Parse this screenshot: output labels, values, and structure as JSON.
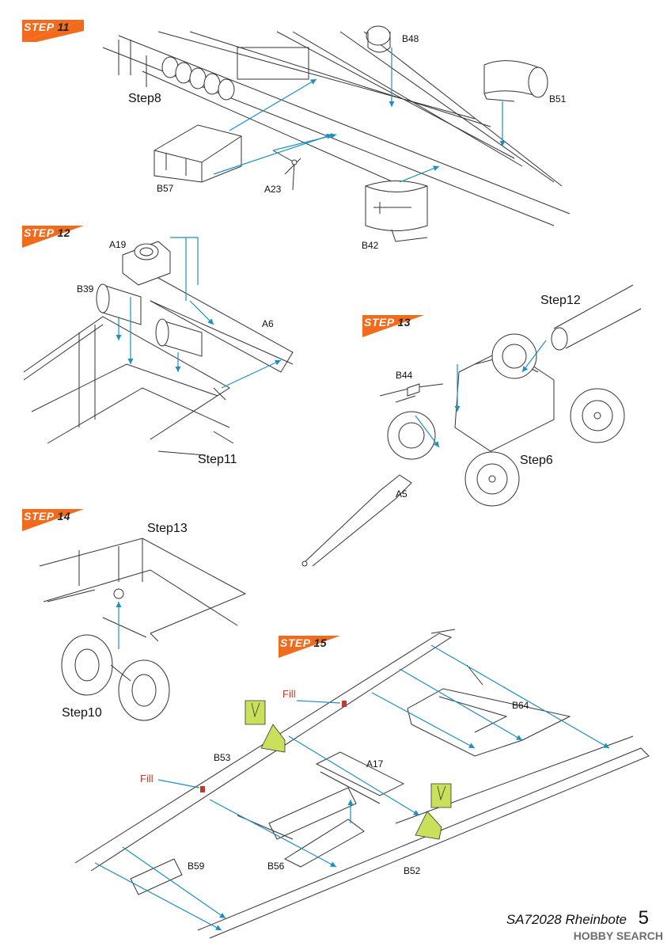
{
  "steps": [
    {
      "badge": "STEP",
      "number": "11"
    },
    {
      "badge": "STEP",
      "number": "12"
    },
    {
      "badge": "STEP",
      "number": "13"
    },
    {
      "badge": "STEP",
      "number": "14"
    },
    {
      "badge": "STEP",
      "number": "15"
    }
  ],
  "parts": {
    "b48": "B48",
    "b51": "B51",
    "b57": "B57",
    "a23": "A23",
    "b42": "B42",
    "a19": "A19",
    "b39": "B39",
    "a6": "A6",
    "b44": "B44",
    "a5": "A5",
    "b64": "B64",
    "a17": "A17",
    "b53": "B53",
    "b59": "B59",
    "b56": "B56",
    "b52": "B52"
  },
  "refs": {
    "step8": "Step8",
    "step11": "Step11",
    "step12": "Step12",
    "step6": "Step6",
    "step13": "Step13",
    "step10": "Step10"
  },
  "fill_labels": [
    "Fill",
    "Fill"
  ],
  "footer": {
    "title": "SA72028 Rheinbote",
    "page": "5"
  },
  "watermark": "HOBBY SEARCH",
  "colors": {
    "badge": "#f26a1b",
    "arrow": "#1f8fc0",
    "fill": "#c0392b",
    "lime": "#c8e05a"
  }
}
